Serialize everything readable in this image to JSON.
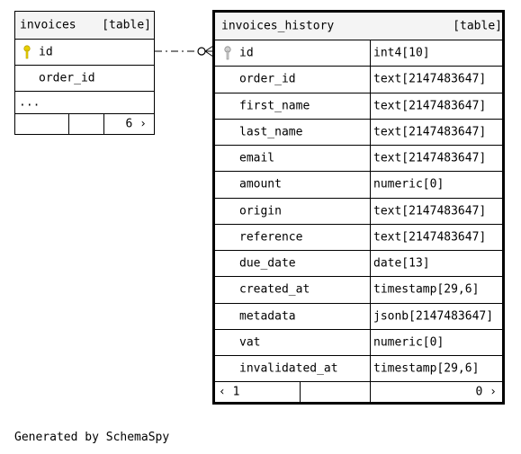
{
  "invoices": {
    "name": "invoices",
    "kind": "[table]",
    "columns": [
      {
        "name": "id",
        "primary_key": true
      },
      {
        "name": "order_id",
        "primary_key": false
      }
    ],
    "ellipsis": "...",
    "footer_right": "6 ›"
  },
  "invoices_history": {
    "name": "invoices_history",
    "kind": "[table]",
    "columns": [
      {
        "name": "id",
        "type": "int4[10]",
        "primary_key": true
      },
      {
        "name": "order_id",
        "type": "text[2147483647]"
      },
      {
        "name": "first_name",
        "type": "text[2147483647]"
      },
      {
        "name": "last_name",
        "type": "text[2147483647]"
      },
      {
        "name": "email",
        "type": "text[2147483647]"
      },
      {
        "name": "amount",
        "type": "numeric[0]"
      },
      {
        "name": "origin",
        "type": "text[2147483647]"
      },
      {
        "name": "reference",
        "type": "text[2147483647]"
      },
      {
        "name": "due_date",
        "type": "date[13]"
      },
      {
        "name": "created_at",
        "type": "timestamp[29,6]"
      },
      {
        "name": "metadata",
        "type": "jsonb[2147483647]"
      },
      {
        "name": "vat",
        "type": "numeric[0]"
      },
      {
        "name": "invalidated_at",
        "type": "timestamp[29,6]"
      }
    ],
    "footer_left": "‹ 1",
    "footer_right": "0 ›"
  },
  "footer": {
    "text": "Generated by SchemaSpy"
  },
  "colors": {
    "border": "#000000",
    "header_bg": "#f4f4f4",
    "key": "#e8d000"
  }
}
